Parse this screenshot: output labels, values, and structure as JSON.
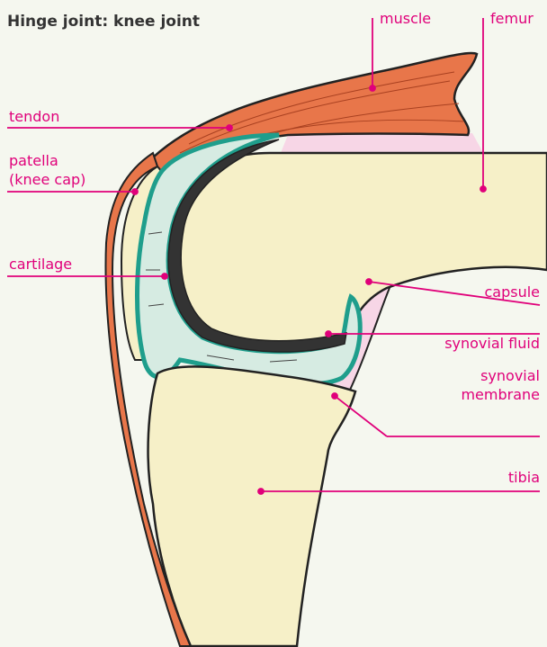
{
  "title": "Hinge joint: knee joint",
  "labels": {
    "muscle": "muscle",
    "femur": "femur",
    "tendon": "tendon",
    "patella_line1": "patella",
    "patella_line2": "(knee cap)",
    "cartilage": "cartilage",
    "capsule": "capsule",
    "synovial_fluid": "synovial fluid",
    "synovial_membrane_line1": "synovial",
    "synovial_membrane_line2": "membrane",
    "tibia": "tibia"
  },
  "colors": {
    "background": "#f5f7ef",
    "bone": "#f6f0c8",
    "muscle": "#e8764a",
    "cartilage": "#d6ebe2",
    "membrane": "#1f9e8c",
    "capsule": "#f7d6e6",
    "label": "#e0007a",
    "outline": "#222222"
  }
}
